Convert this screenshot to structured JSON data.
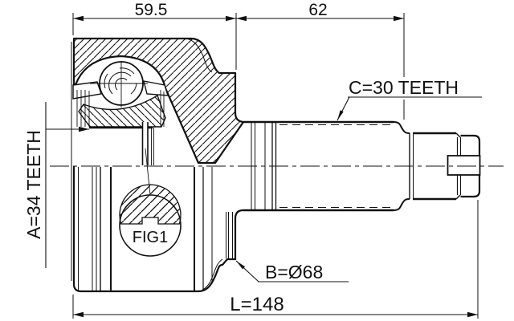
{
  "drawing": {
    "title": "cv-joint-outer-technical-drawing",
    "dimensions": {
      "housing_width": "59.5",
      "spline_width": "62",
      "overall_length": "L=148"
    },
    "labels": {
      "outer_spline": "C=30 TEETH",
      "inner_spline": "A=34 TEETH",
      "boot_diameter": "B=Ø68",
      "figure": "FIG1"
    },
    "colors": {
      "line": "#111111",
      "background": "#ffffff"
    }
  }
}
